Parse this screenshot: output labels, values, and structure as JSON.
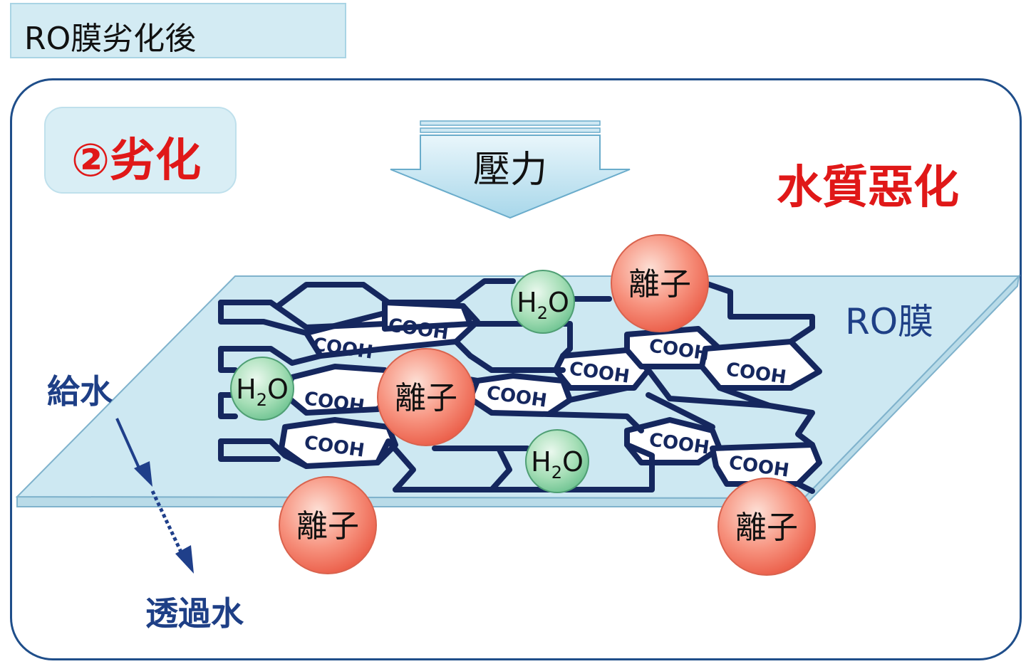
{
  "title": "RO膜劣化後",
  "badge": "②劣化",
  "water_quality": "水質惡化",
  "pressure": "壓力",
  "membrane_label": "RO膜",
  "feed_water": "給水",
  "permeate_water": "透過水",
  "group_label": "COOH",
  "ion_label": "離子",
  "water_molecule": {
    "main": "H",
    "sub": "2",
    "tail": "O"
  },
  "colors": {
    "accent_red": "#e01818",
    "text_blue": "#1e3f86",
    "membrane_fill": "#cde8f2",
    "network_stroke": "#15275e",
    "ion_fill": "#f47f6e",
    "water_fill": "#8fd4a8"
  }
}
